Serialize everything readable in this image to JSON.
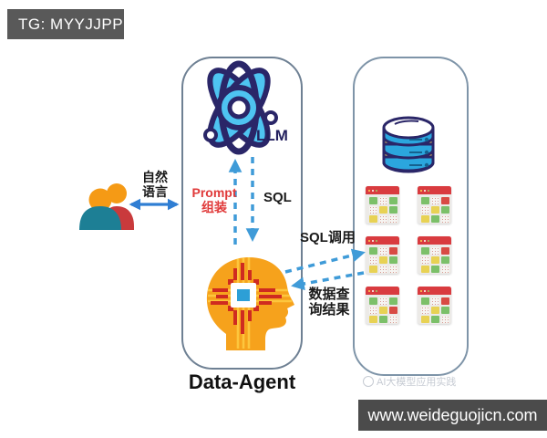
{
  "badge": {
    "text": "TG: MYYJJPP"
  },
  "footer": {
    "url": "www.weideguojicn.com"
  },
  "watermark": {
    "text": "AI大模型应用实践"
  },
  "diagram": {
    "labels": {
      "llm": "LLM",
      "agent": "Data-Agent",
      "natural_language_line1": "自然",
      "natural_language_line2": "语言",
      "prompt_line1": "Prompt",
      "prompt_line2": "组装",
      "sql": "SQL",
      "sql_call": "SQL调用",
      "result_line1": "数据查",
      "result_line2": "询结果"
    },
    "icons": [
      "users-icon",
      "atom-llm-icon",
      "agent-head-chip-icon",
      "database-cylinder-icon",
      "data-table-icon"
    ],
    "colors": {
      "badge_bg": "#595959",
      "footer_bg": "#4b4b4b",
      "panel_border": "#6e8093",
      "dashed_arrow": "#3f9bd8",
      "solid_arrow": "#2f7ed3",
      "prompt_red": "#e03a3a",
      "atom_navy": "#2a2668",
      "atom_blue": "#4ec4f1",
      "head_orange": "#f6a21c",
      "circuit_red": "#cf2b20",
      "chip_blue": "#2d9fd6",
      "db_blue": "#2ba6de",
      "db_yellow": "#e9c45b",
      "table_header_red": "#d93b3f",
      "person_teal": "#1d7f95",
      "person_red": "#c93a3c",
      "person_head_orange": "#f59a15"
    },
    "database_tables": {
      "count": 6,
      "cell_colors": {
        "g": "green",
        "y": "yellow",
        "r": "red",
        "d": "dotted"
      },
      "patterns": [
        [
          "g",
          "d",
          "g",
          "d",
          "y",
          "g",
          "y",
          "d",
          "d"
        ],
        [
          "g",
          "d",
          "r",
          "d",
          "y",
          "g",
          "y",
          "g",
          "d"
        ],
        [
          "g",
          "d",
          "r",
          "d",
          "y",
          "g",
          "y",
          "d",
          "d"
        ],
        [
          "g",
          "d",
          "r",
          "d",
          "y",
          "g",
          "y",
          "g",
          "d"
        ],
        [
          "g",
          "d",
          "g",
          "d",
          "y",
          "r",
          "y",
          "g",
          "d"
        ],
        [
          "g",
          "d",
          "r",
          "d",
          "y",
          "g",
          "y",
          "g",
          "d"
        ]
      ]
    }
  }
}
